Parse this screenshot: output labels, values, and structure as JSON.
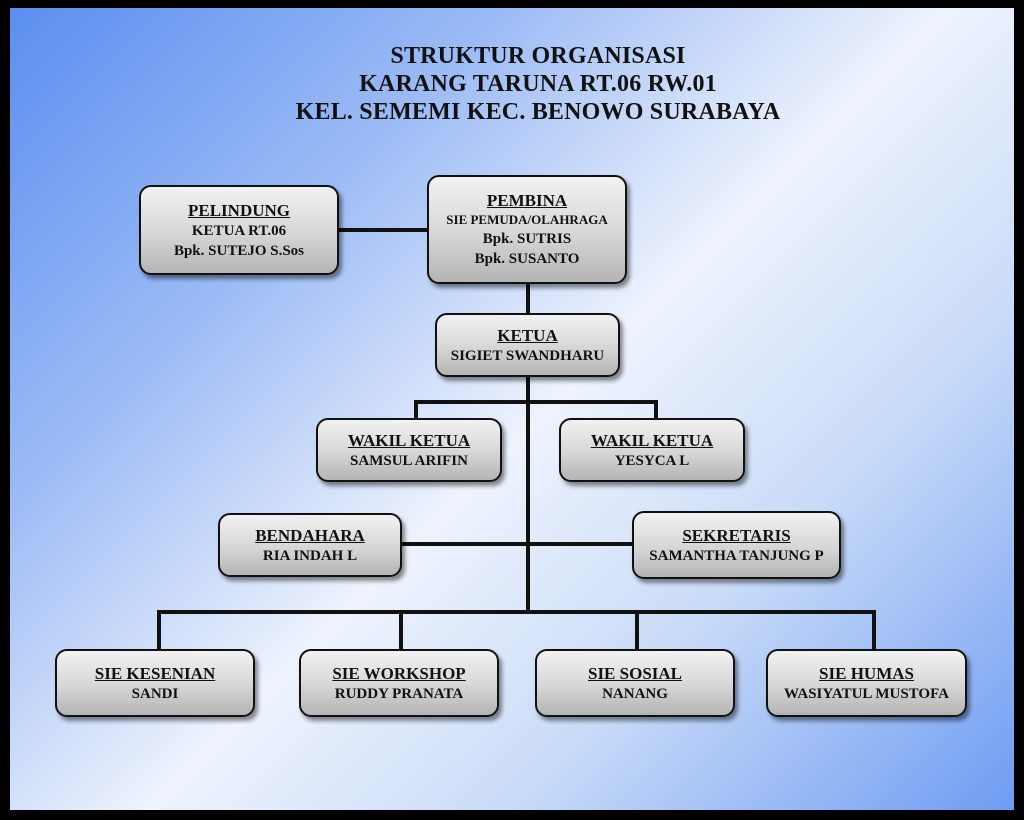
{
  "title": {
    "line1": "STRUKTUR ORGANISASI",
    "line2": "KARANG TARUNA RT.06 RW.01",
    "line3": "KEL. SEMEMI KEC. BENOWO SURABAYA"
  },
  "pelindung": {
    "head": "PELINDUNG",
    "role": "KETUA RT.06",
    "name": "Bpk. SUTEJO S.Sos"
  },
  "pembina": {
    "head": "PEMBINA",
    "role": "SIE PEMUDA/OLAHRAGA",
    "name1": "Bpk. SUTRIS",
    "name2": "Bpk. SUSANTO"
  },
  "ketua": {
    "head": "KETUA",
    "name": "SIGIET SWANDHARU"
  },
  "wakil1": {
    "head": "WAKIL KETUA",
    "name": "SAMSUL ARIFIN"
  },
  "wakil2": {
    "head": "WAKIL KETUA",
    "name": "YESYCA L"
  },
  "bendahara": {
    "head": "BENDAHARA",
    "name": "RIA INDAH L"
  },
  "sekretaris": {
    "head": "SEKRETARIS",
    "name": "SAMANTHA TANJUNG P"
  },
  "sie_kesenian": {
    "head": "SIE KESENIAN",
    "name": "SANDI"
  },
  "sie_workshop": {
    "head": "SIE WORKSHOP",
    "name": "RUDDY PRANATA"
  },
  "sie_sosial": {
    "head": "SIE SOSIAL",
    "name": "NANANG"
  },
  "sie_humas": {
    "head": "SIE HUMAS",
    "name": "WASIYATUL MUSTOFA"
  },
  "colors": {
    "background_start": "#5b8ef0",
    "background_mid": "#eef3fd",
    "box_fill": "#d6d6d6",
    "line": "#111111"
  }
}
